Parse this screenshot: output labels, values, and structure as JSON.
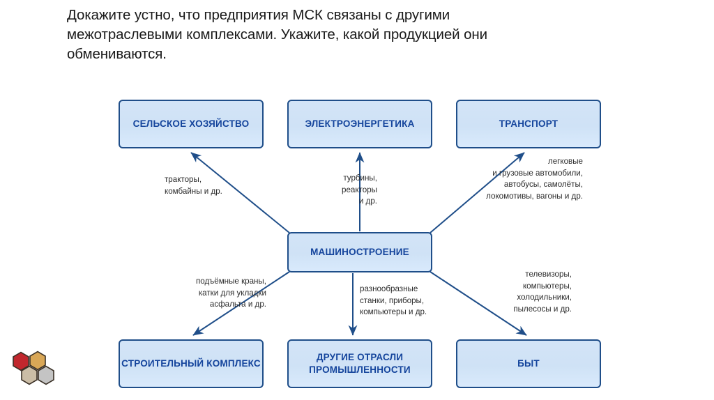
{
  "slide": {
    "title": "Докажите устно, что предприятия МСК связаны с другими межотраслевыми комплексами. Укажите, какой продукцией они обмениваются."
  },
  "theme": {
    "box_fill": "#d3e4f7",
    "box_border": "#1f4e89",
    "box_text": "#14449c",
    "connector": "#1f4e89",
    "label_text": "#2b2b2b",
    "title_text": "#1a1a1a",
    "page_background": "#ffffff"
  },
  "diagram": {
    "center_node": {
      "id": "machinery",
      "label": "МАШИНОСТРОЕНИЕ"
    },
    "nodes": [
      {
        "id": "agriculture",
        "label": "СЕЛЬСКОЕ\nХОЗЯЙСТВО",
        "row": "top"
      },
      {
        "id": "power",
        "label": "ЭЛЕКТРОЭНЕРГЕТИКА",
        "row": "top"
      },
      {
        "id": "transport",
        "label": "ТРАНСПОРТ",
        "row": "top"
      },
      {
        "id": "construction",
        "label": "СТРОИТЕЛЬНЫЙ\nКОМПЛЕКС",
        "row": "bottom"
      },
      {
        "id": "other_industries",
        "label": "ДРУГИЕ ОТРАСЛИ\nПРОМЫШЛЕННОСТИ",
        "row": "bottom"
      },
      {
        "id": "household",
        "label": "БЫТ",
        "row": "bottom"
      }
    ],
    "edges": [
      {
        "id": "edge-agriculture",
        "from": "machinery",
        "to": "agriculture",
        "direction": "up-left",
        "label": "тракторы,\nкомбайны и др."
      },
      {
        "id": "edge-power",
        "from": "machinery",
        "to": "power",
        "direction": "up",
        "label": "турбины,\nреакторы\nи др."
      },
      {
        "id": "edge-transport",
        "from": "machinery",
        "to": "transport",
        "direction": "up-right",
        "label": "легковые\nи грузовые автомобили,\nавтобусы, самолёты,\nлокомотивы, вагоны и др."
      },
      {
        "id": "edge-construction",
        "from": "machinery",
        "to": "construction",
        "direction": "down-left",
        "label": "подъёмные краны,\nкатки для укладки\nасфальта и др."
      },
      {
        "id": "edge-other-industries",
        "from": "machinery",
        "to": "other_industries",
        "direction": "down",
        "label": "разнообразные\nстанки, приборы,\nкомпьютеры и др."
      },
      {
        "id": "edge-household",
        "from": "machinery",
        "to": "household",
        "direction": "down-right",
        "label": "телевизоры,\nкомпьютеры,\nхолодильники,\nпылесосы и др."
      }
    ]
  },
  "logo": {
    "name": "honeycomb-logo",
    "hexagons": [
      {
        "position": "top-left",
        "color": "#c1272d"
      },
      {
        "position": "top-right",
        "color": "#d9a košt"
      },
      {
        "position": "bottom-left",
        "color": "#cbbda6"
      },
      {
        "position": "bottom-right",
        "color": "#c4c4c4"
      }
    ]
  }
}
